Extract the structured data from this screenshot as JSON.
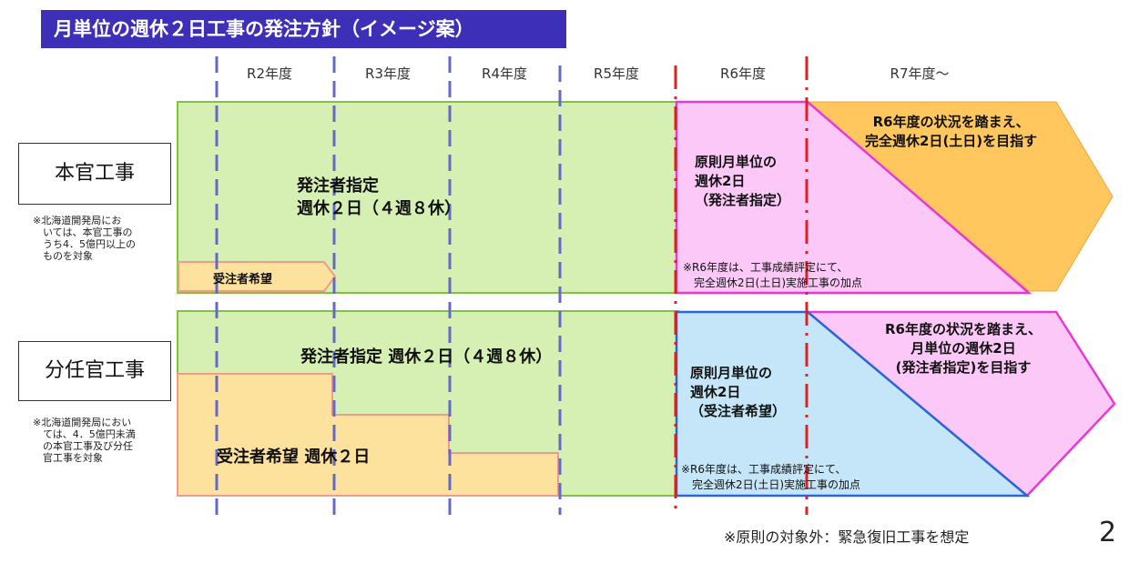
{
  "title": "月単位の週休２日工事の発注方針（イメージ案）",
  "years": [
    "R2年度",
    "R3年度",
    "R4年度",
    "R5年度",
    "R6年度",
    "R7年度～"
  ],
  "categories": {
    "honkan": {
      "label": "本官工事",
      "note": "※北海道開発局にお\n　いては、本官工事の\n　うち4．5億円以上の\n　ものを対象"
    },
    "bunnin": {
      "label": "分任官工事",
      "note": "※北海道開発局におい\n　ては、4．5億円未満\n　の本官工事及び分任\n　官工事を対象"
    }
  },
  "honkan_row": {
    "green_label": "発注者指定\n週休２日（４週８休）",
    "juchu_label": "受注者希望",
    "r6_label": "原則月単位の\n週休2日\n（発注者指定）",
    "r6_note": "※R6年度は、工事成績評定にて、\n　完全週休2日(土日)実施工事の加点",
    "r7_label": "R6年度の状況を踏まえ、\n完全週休2日(土日)を目指す"
  },
  "bunnin_row": {
    "green_label": "発注者指定 週休２日（４週８休）",
    "juchu_label": "受注者希望 週休２日",
    "r6_label": "原則月単位の\n週休2日\n（受注者希望）",
    "r6_note": "※R6年度は、工事成績評定にて、\n　完全週休2日(土日)実施工事の加点",
    "r7_label": "R6年度の状況を踏まえ、\n月単位の週休2日\n(発注者指定)を目指す"
  },
  "footer": "※原則の対象外：緊急復旧工事を想定",
  "page_number": "2",
  "colors": {
    "title_bg": "#3d2fb8",
    "green": "#d6f0b4",
    "green_border": "#7fc43c",
    "orange_light": "#fde29e",
    "orange_border": "#f29a8a",
    "pink": "#fbc8f8",
    "pink_border": "#e639d6",
    "orange": "#ffc75e",
    "blue": "#c5e6f8",
    "blue_border": "#2a66d8",
    "dash_blue": "#6468c8",
    "dash_red": "#e02020"
  }
}
